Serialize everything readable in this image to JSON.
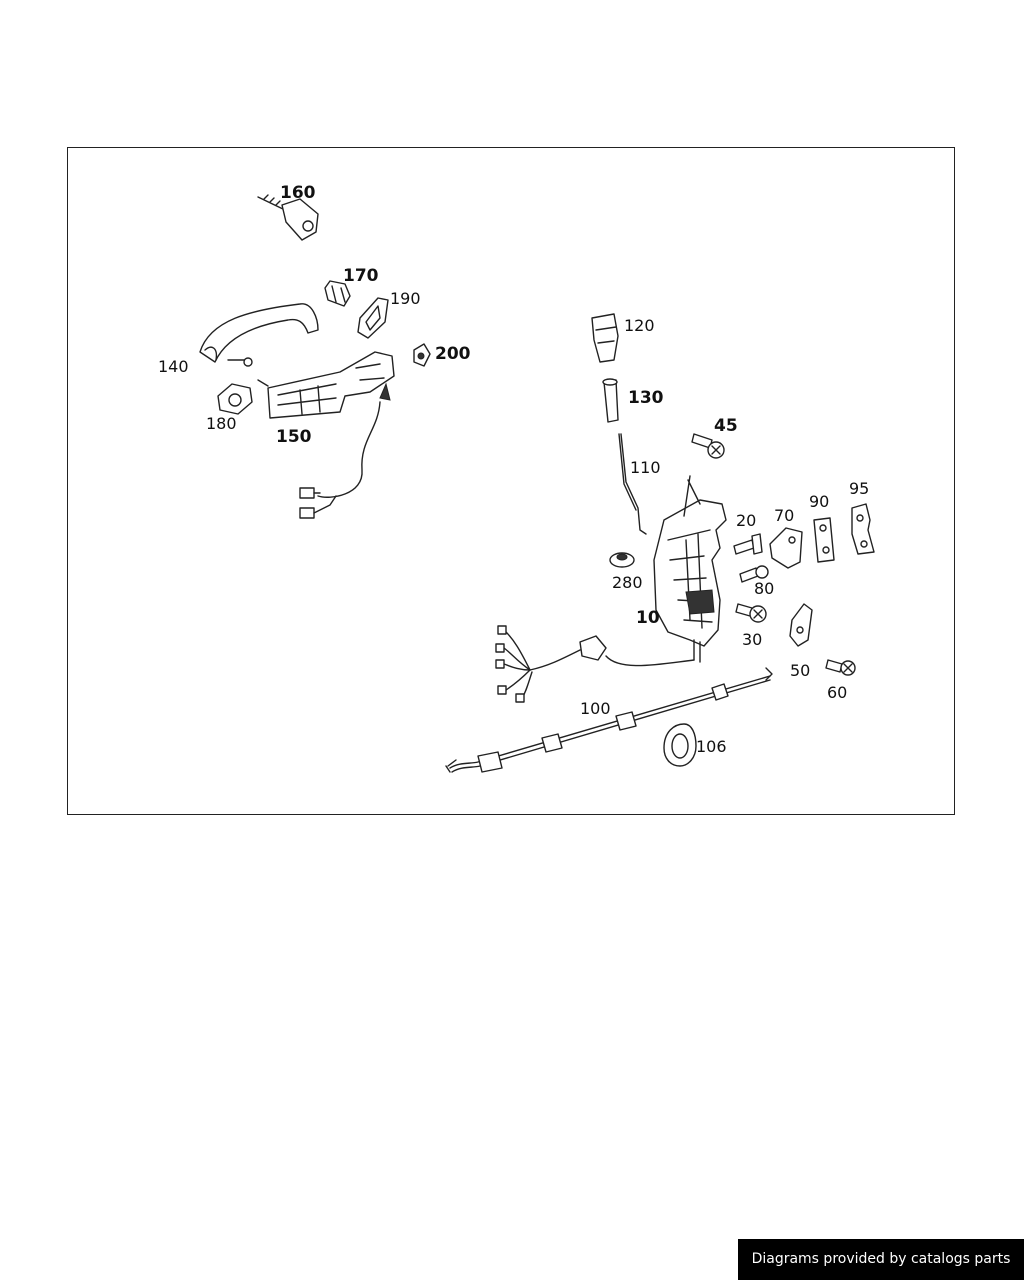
{
  "callouts": {
    "c10": "10",
    "c20": "20",
    "c30": "30",
    "c45": "45",
    "c50": "50",
    "c60": "60",
    "c70": "70",
    "c80": "80",
    "c90": "90",
    "c95": "95",
    "c100": "100",
    "c106": "106",
    "c110": "110",
    "c120": "120",
    "c130": "130",
    "c140": "140",
    "c150": "150",
    "c160": "160",
    "c170": "170",
    "c180": "180",
    "c190": "190",
    "c200": "200",
    "c280": "280"
  },
  "footer": {
    "credit": "Diagrams provided by catalogs parts"
  }
}
